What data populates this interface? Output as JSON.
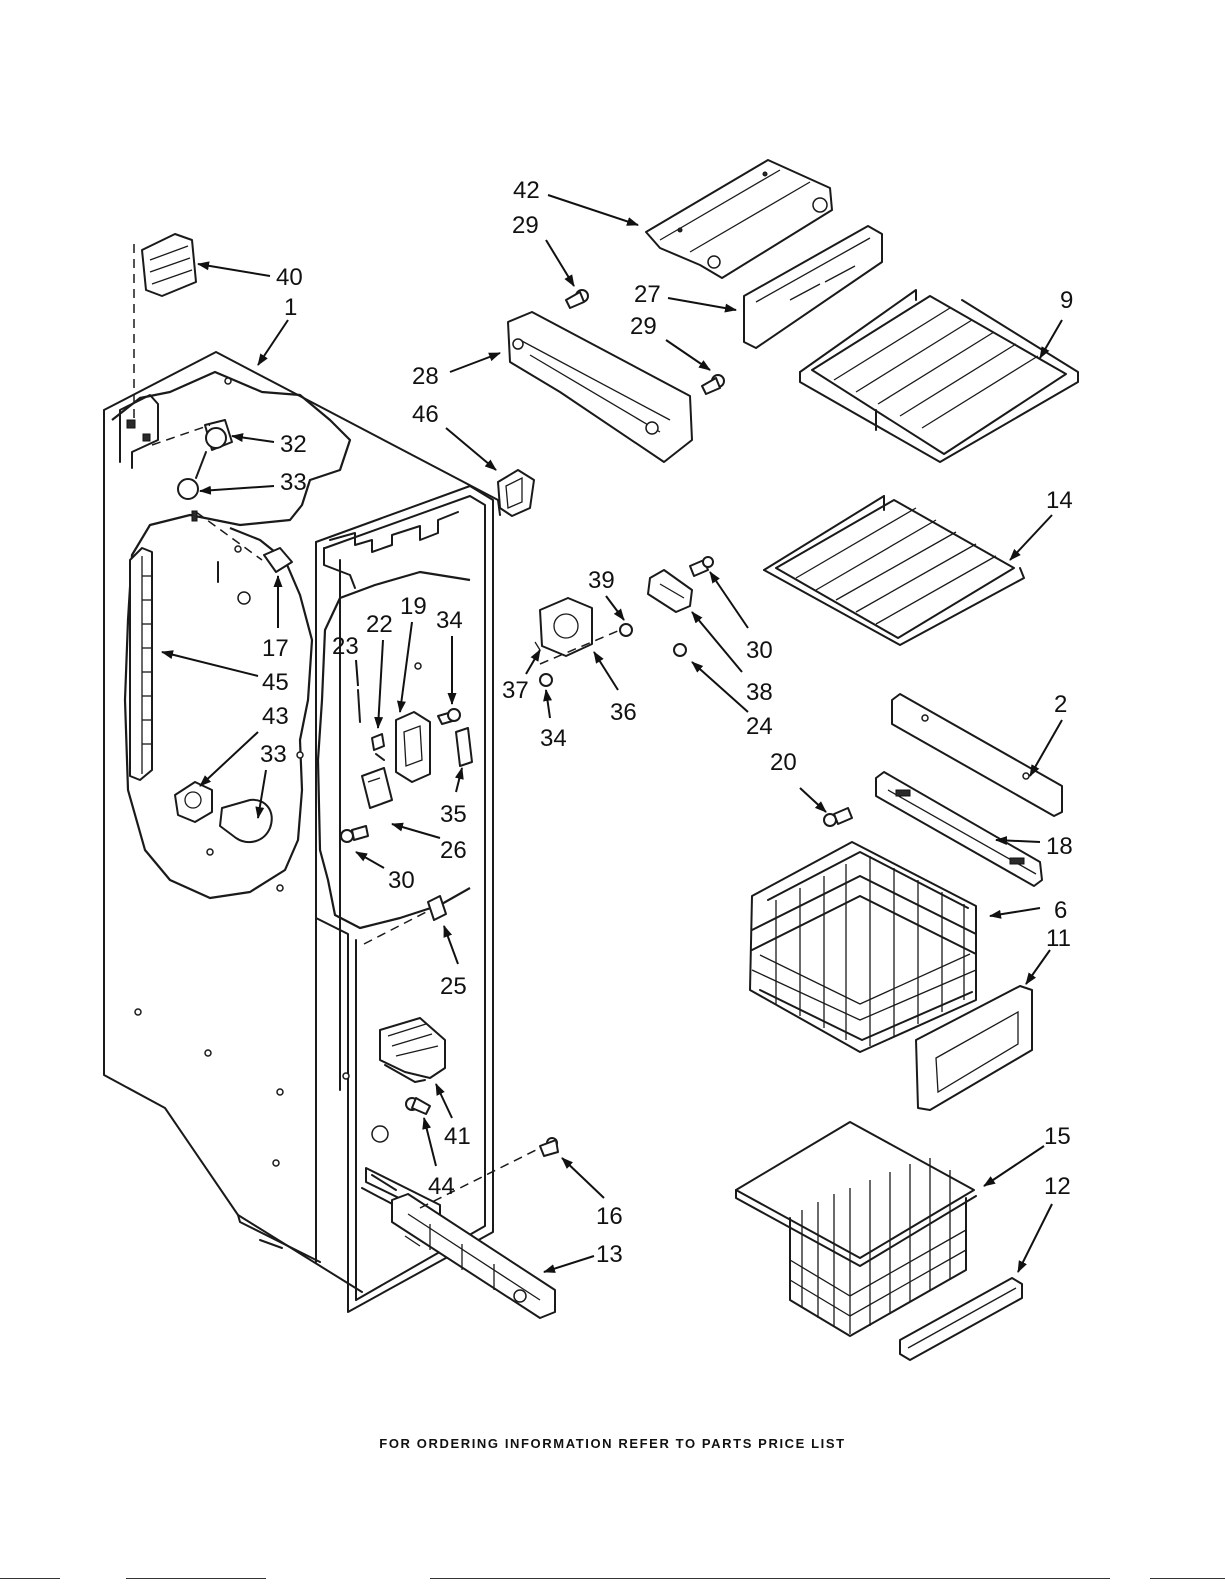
{
  "footer_note": "FOR ORDERING INFORMATION REFER TO PARTS PRICE LIST",
  "callouts": [
    {
      "id": "c42",
      "label": "42"
    },
    {
      "id": "c29a",
      "label": "29"
    },
    {
      "id": "c27",
      "label": "27"
    },
    {
      "id": "c29b",
      "label": "29"
    },
    {
      "id": "c9",
      "label": "9"
    },
    {
      "id": "c40",
      "label": "40"
    },
    {
      "id": "c1",
      "label": "1"
    },
    {
      "id": "c28",
      "label": "28"
    },
    {
      "id": "c46",
      "label": "46"
    },
    {
      "id": "c32",
      "label": "32"
    },
    {
      "id": "c33a",
      "label": "33"
    },
    {
      "id": "c14",
      "label": "14"
    },
    {
      "id": "c39",
      "label": "39"
    },
    {
      "id": "c30a",
      "label": "30"
    },
    {
      "id": "c17",
      "label": "17"
    },
    {
      "id": "c19",
      "label": "19"
    },
    {
      "id": "c22",
      "label": "22"
    },
    {
      "id": "c34a",
      "label": "34"
    },
    {
      "id": "c23",
      "label": "23"
    },
    {
      "id": "c37",
      "label": "37"
    },
    {
      "id": "c36",
      "label": "36"
    },
    {
      "id": "c38",
      "label": "38"
    },
    {
      "id": "c45",
      "label": "45"
    },
    {
      "id": "c43",
      "label": "43"
    },
    {
      "id": "c34b",
      "label": "34"
    },
    {
      "id": "c24",
      "label": "24"
    },
    {
      "id": "c2",
      "label": "2"
    },
    {
      "id": "c33b",
      "label": "33"
    },
    {
      "id": "c20",
      "label": "20"
    },
    {
      "id": "c35",
      "label": "35"
    },
    {
      "id": "c26",
      "label": "26"
    },
    {
      "id": "c18",
      "label": "18"
    },
    {
      "id": "c30b",
      "label": "30"
    },
    {
      "id": "c6",
      "label": "6"
    },
    {
      "id": "c11",
      "label": "11"
    },
    {
      "id": "c25",
      "label": "25"
    },
    {
      "id": "c41",
      "label": "41"
    },
    {
      "id": "c15",
      "label": "15"
    },
    {
      "id": "c44",
      "label": "44"
    },
    {
      "id": "c12",
      "label": "12"
    },
    {
      "id": "c16",
      "label": "16"
    },
    {
      "id": "c13",
      "label": "13"
    }
  ]
}
